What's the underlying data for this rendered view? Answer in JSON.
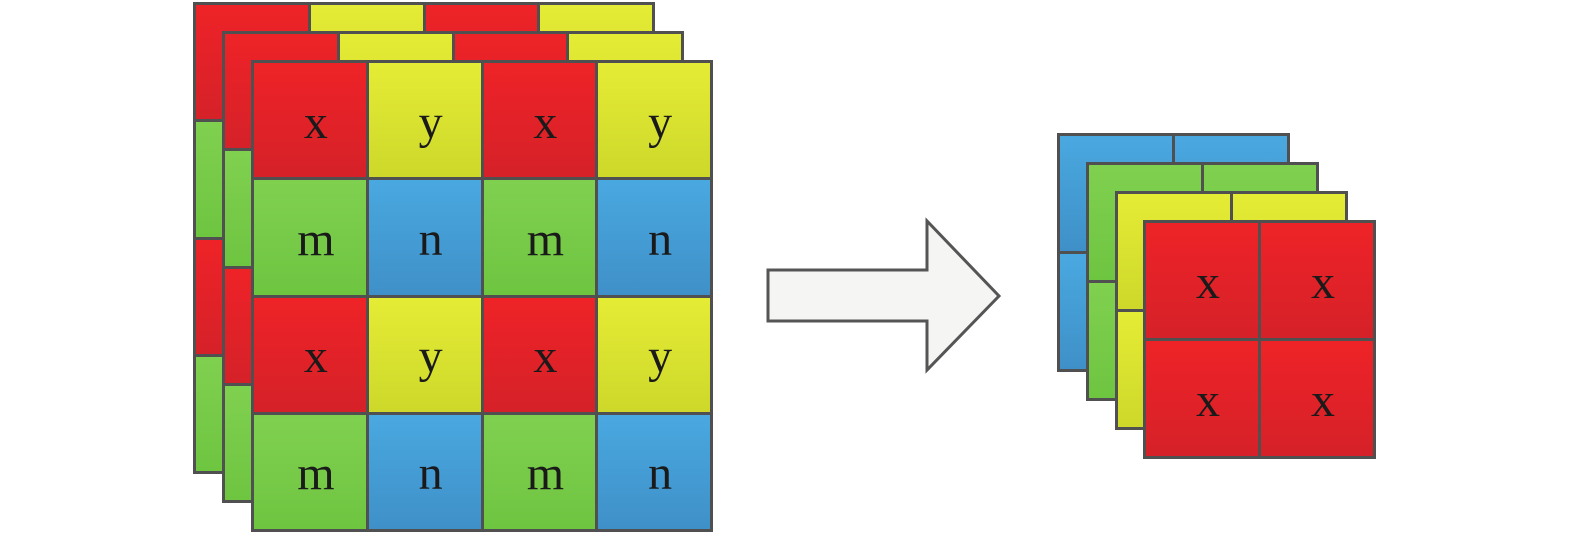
{
  "input_feature_map": {
    "rows": [
      [
        "x",
        "y",
        "x",
        "y"
      ],
      [
        "m",
        "n",
        "m",
        "n"
      ],
      [
        "x",
        "y",
        "x",
        "y"
      ],
      [
        "m",
        "n",
        "m",
        "n"
      ]
    ],
    "colors": {
      "x": "r",
      "y": "y",
      "m": "g",
      "n": "b"
    }
  },
  "output_feature_maps": {
    "back_layers": [
      "b",
      "g",
      "y"
    ],
    "front_rows": [
      [
        "x",
        "x"
      ],
      [
        "x",
        "x"
      ]
    ]
  },
  "arrow_icon": "right-arrow"
}
